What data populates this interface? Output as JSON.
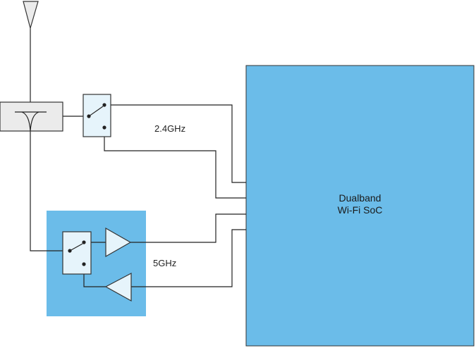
{
  "soc": {
    "line1": "Dualband",
    "line2": "Wi-Fi SoC",
    "fill": "#6bbce9"
  },
  "bands": {
    "band_24": "2.4GHz",
    "band_5": "5GHz"
  },
  "colors": {
    "frontend_module": "#6bbce9",
    "component_fill": "#e6f4fb",
    "diplexer_fill": "#ebebeb",
    "wire": "#222222"
  },
  "icons": {
    "antenna": "antenna-icon",
    "diplexer": "diplexer-icon",
    "switch": "switch-icon",
    "amplifier": "amplifier-icon"
  }
}
